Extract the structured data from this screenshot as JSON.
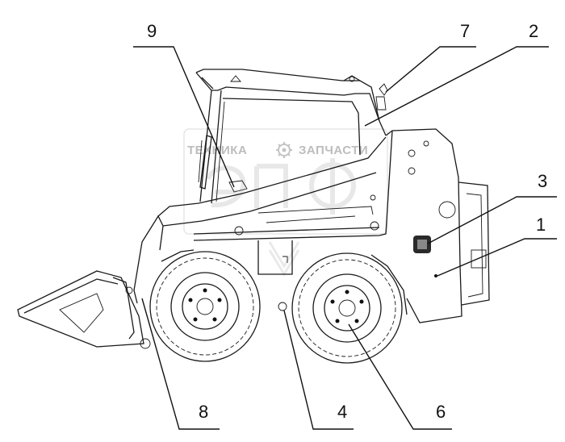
{
  "watermark": {
    "left_text": "ТЕХНИКА",
    "right_text": "ЗАПЧАСТИ",
    "logo_text": "ЭПФ",
    "gear_icon": "gear-icon"
  },
  "callouts": [
    {
      "id": "c1",
      "label": "1"
    },
    {
      "id": "c2",
      "label": "2"
    },
    {
      "id": "c3",
      "label": "3"
    },
    {
      "id": "c4",
      "label": "4"
    },
    {
      "id": "c6",
      "label": "6"
    },
    {
      "id": "c7",
      "label": "7"
    },
    {
      "id": "c8",
      "label": "8"
    },
    {
      "id": "c9",
      "label": "9"
    }
  ]
}
